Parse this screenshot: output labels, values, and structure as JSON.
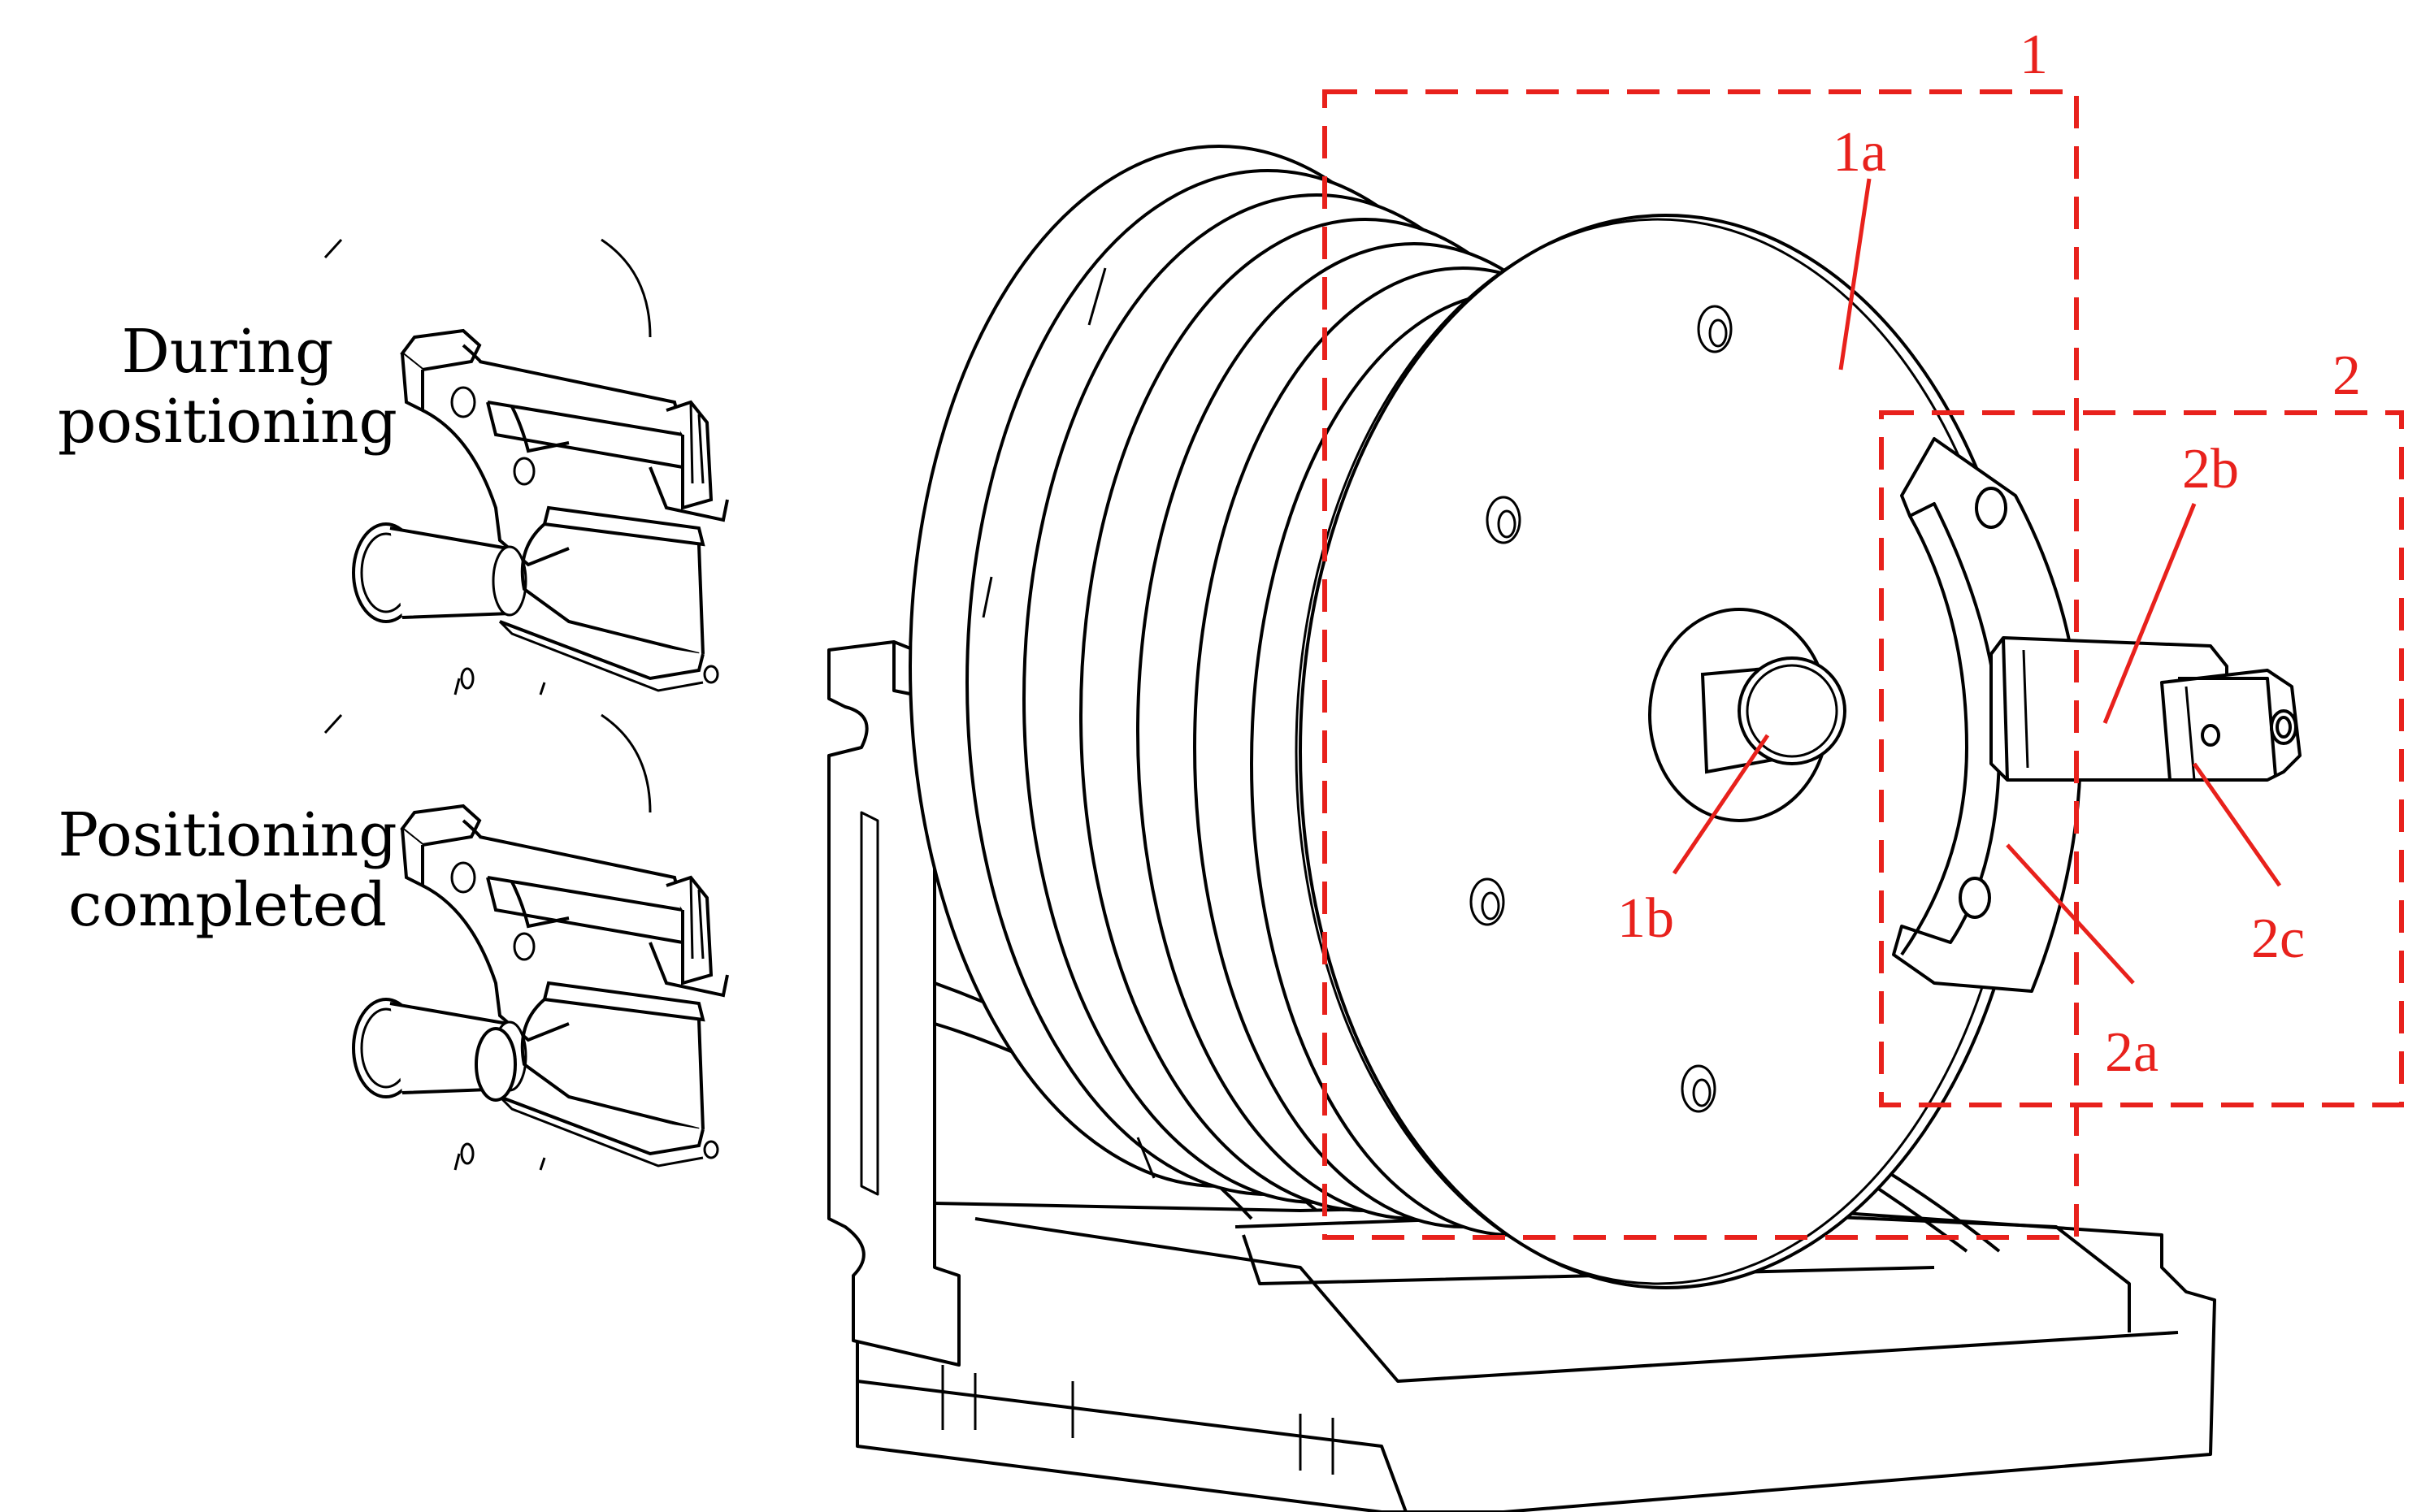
{
  "figure": {
    "annotation_color": "#e8211c",
    "line_color": "#000000",
    "panels": [
      {
        "caption_line1": "During",
        "caption_line2": "positioning"
      },
      {
        "caption_line1": "Positioning",
        "caption_line2": "completed"
      }
    ],
    "labels": {
      "box1": "1",
      "box2": "2",
      "part_1a": "1a",
      "part_1b": "1b",
      "part_2a": "2a",
      "part_2b": "2b",
      "part_2c": "2c"
    }
  }
}
